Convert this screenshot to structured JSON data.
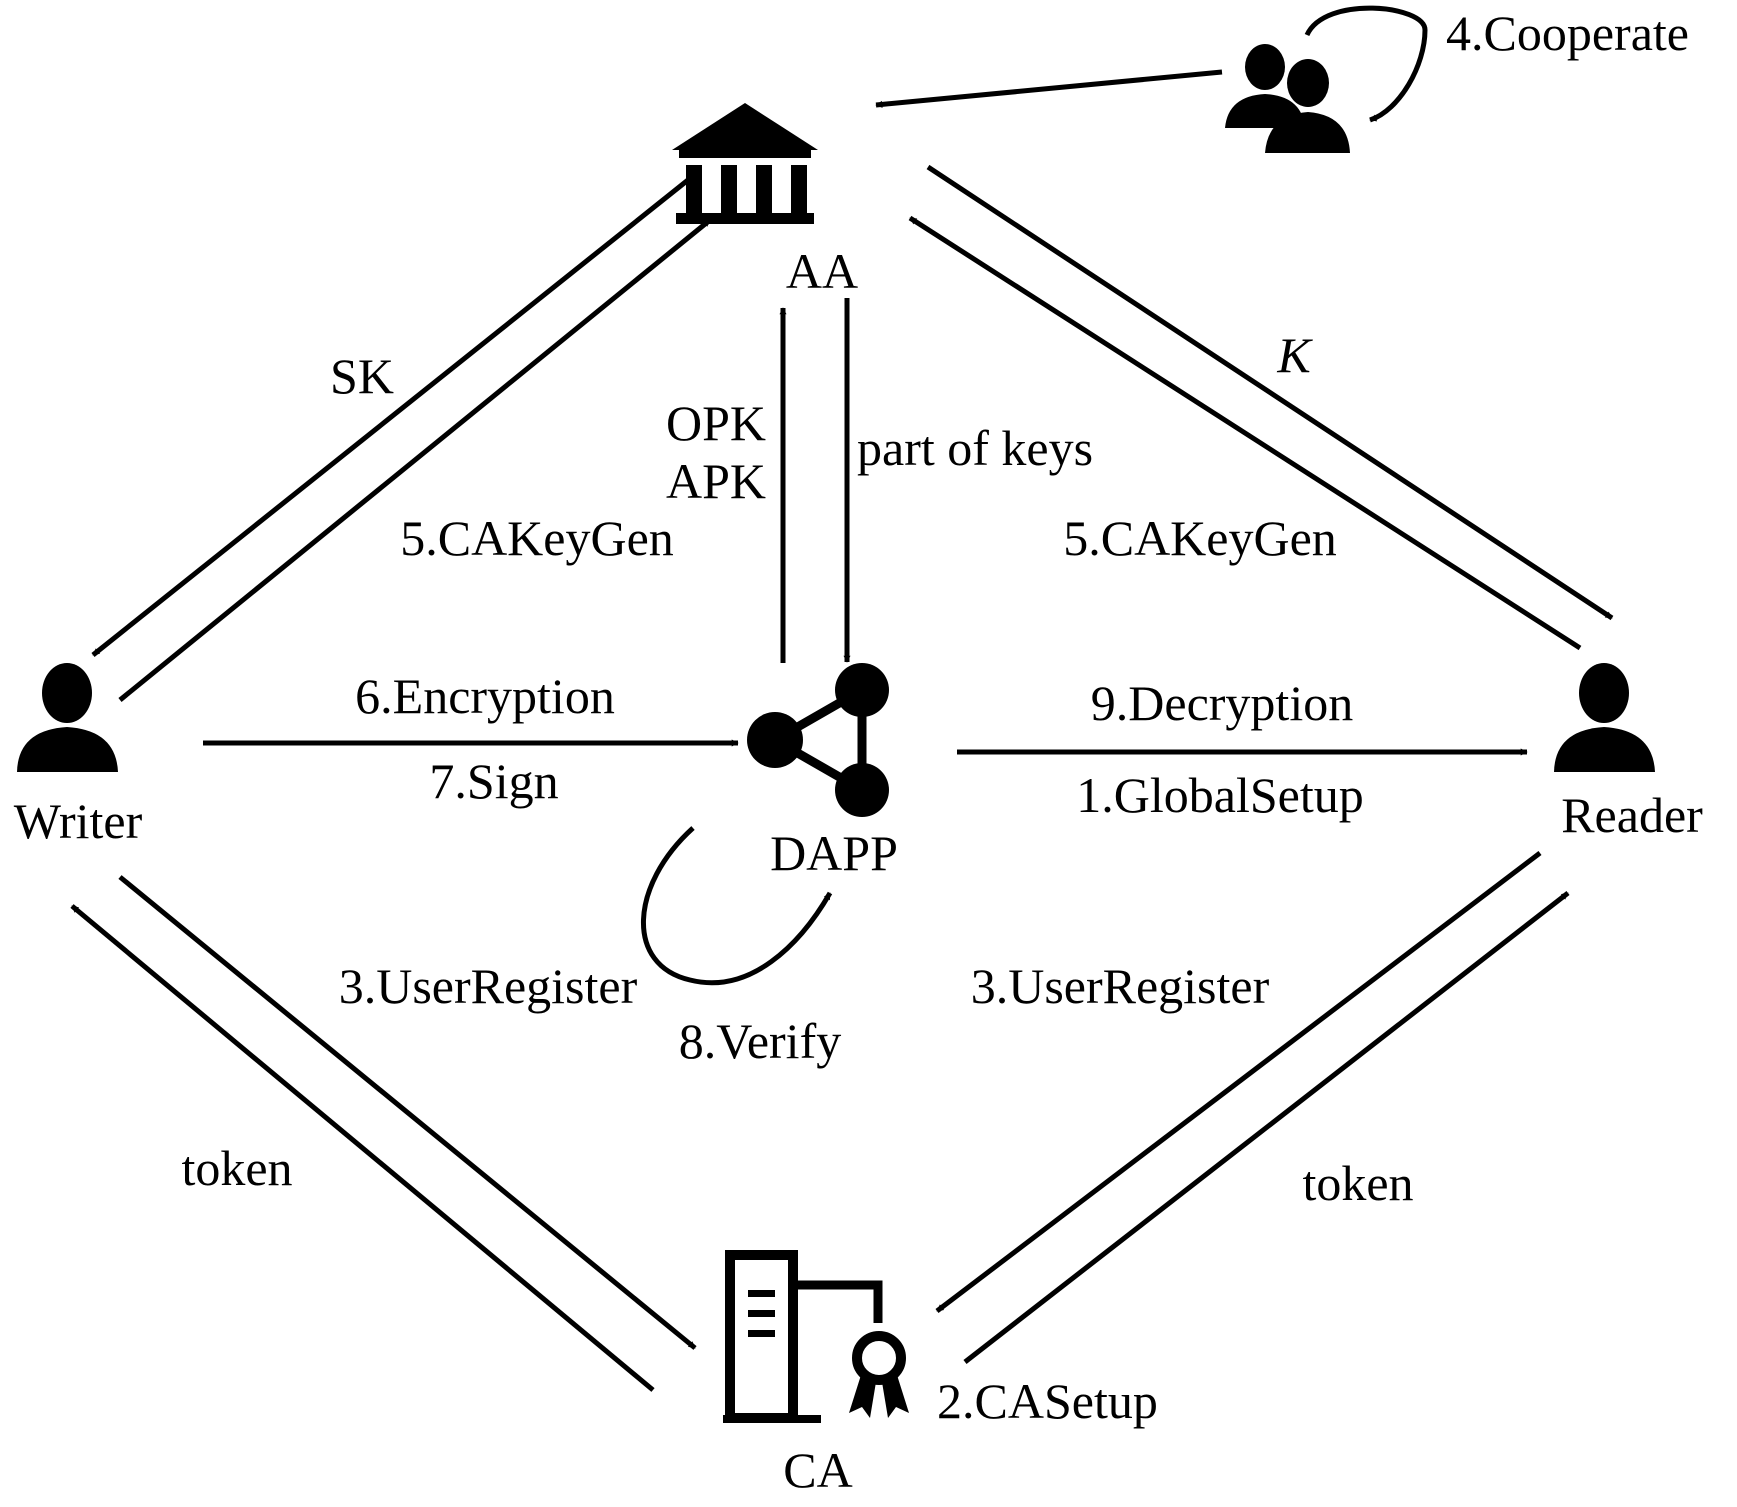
{
  "nodes": {
    "aa": "AA",
    "dapp": "DAPP",
    "writer": "Writer",
    "reader": "Reader",
    "ca": "CA"
  },
  "labels": {
    "cooperate": "4.Cooperate",
    "sk": "SK",
    "k": "K",
    "opk": "OPK",
    "apk": "APK",
    "part_of_keys": "part of keys",
    "ca_keygen_left": "5.CAKeyGen",
    "ca_keygen_right": "5.CAKeyGen",
    "encryption": "6.Encryption",
    "sign": "7.Sign",
    "decryption": "9.Decryption",
    "global_setup": "1.GlobalSetup",
    "user_register_left": "3.UserRegister",
    "user_register_right": "3.UserRegister",
    "verify": "8.Verify",
    "token_left": "token",
    "token_right": "token",
    "ca_setup": "2.CASetup"
  },
  "icons": {
    "aa": "bank-icon",
    "dapp": "share-nodes-icon",
    "writer": "person-icon",
    "reader": "person-icon",
    "ca": "server-certificate-icon",
    "cooperators": "user-group-icon"
  }
}
